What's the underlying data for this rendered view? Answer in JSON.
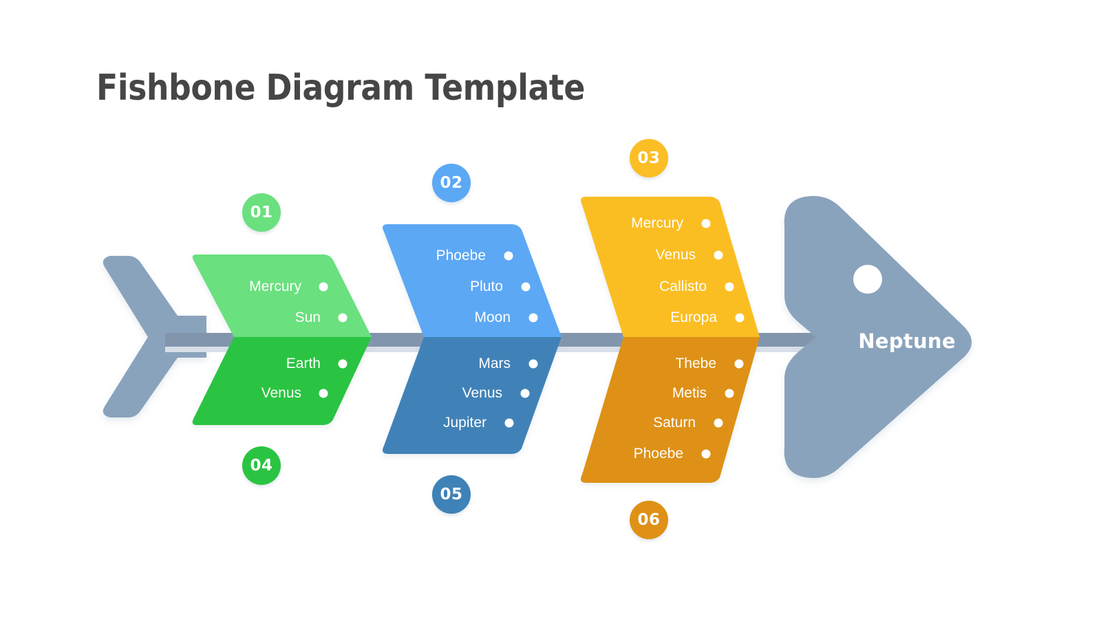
{
  "title": "Fishbone Diagram Template",
  "head": {
    "label": "Neptune",
    "color": "#8AA3BC",
    "eye_color": "#ffffff"
  },
  "tail": {
    "color": "#8AA3BC"
  },
  "spine": {
    "color": "#8195AC"
  },
  "bullet_color": "#ffffff",
  "branches": [
    {
      "id": "branch-01",
      "badge": "01",
      "badge_color": "#6BE07F",
      "position": "top",
      "fill": "#6BE07F",
      "items": [
        "Mercury",
        "Sun"
      ]
    },
    {
      "id": "branch-02",
      "badge": "02",
      "badge_color": "#5BA8F5",
      "position": "top",
      "fill": "#5BA8F5",
      "items": [
        "Phoebe",
        "Pluto",
        "Moon"
      ]
    },
    {
      "id": "branch-03",
      "badge": "03",
      "badge_color": "#FBBE24",
      "position": "top",
      "fill": "#FBBE24",
      "items": [
        "Mercury",
        "Venus",
        "Callisto",
        "Europa"
      ]
    },
    {
      "id": "branch-04",
      "badge": "04",
      "badge_color": "#2BC442",
      "position": "bottom",
      "fill": "#2BC442",
      "items": [
        "Earth",
        "Venus"
      ]
    },
    {
      "id": "branch-05",
      "badge": "05",
      "badge_color": "#3F82B7",
      "position": "bottom",
      "fill": "#3F82B7",
      "items": [
        "Mars",
        "Venus",
        "Jupiter"
      ]
    },
    {
      "id": "branch-06",
      "badge": "06",
      "badge_color": "#DE9116",
      "position": "bottom",
      "fill": "#DE9116",
      "items": [
        "Thebe",
        "Metis",
        "Saturn",
        "Phoebe"
      ]
    }
  ]
}
